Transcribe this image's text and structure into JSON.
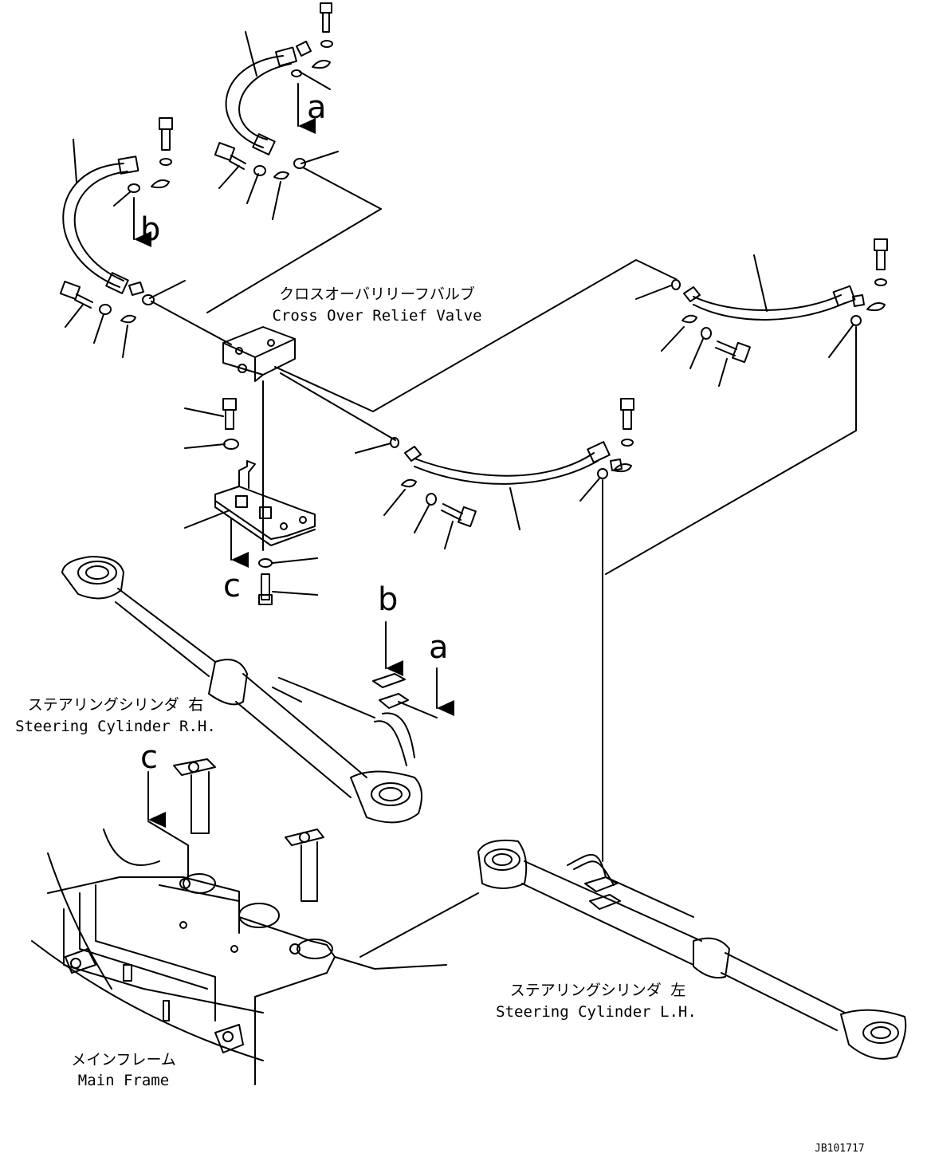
{
  "labels": {
    "cross_over_relief_valve": {
      "jp": "クロスオーバリリーフバルブ",
      "en": "Cross Over Relief Valve"
    },
    "steering_cylinder_rh": {
      "jp": "ステアリングシリンダ 右",
      "en": "Steering Cylinder R.H."
    },
    "steering_cylinder_lh": {
      "jp": "ステアリングシリンダ 左",
      "en": "Steering Cylinder L.H."
    },
    "main_frame": {
      "jp": "メインフレーム",
      "en": "Main Frame"
    }
  },
  "reference_letters": {
    "a_top": "a",
    "b_top": "b",
    "c_top": "c",
    "b_bottom": "b",
    "a_bottom": "a",
    "c_bottom": "c"
  },
  "drawing_code": "JB101717"
}
